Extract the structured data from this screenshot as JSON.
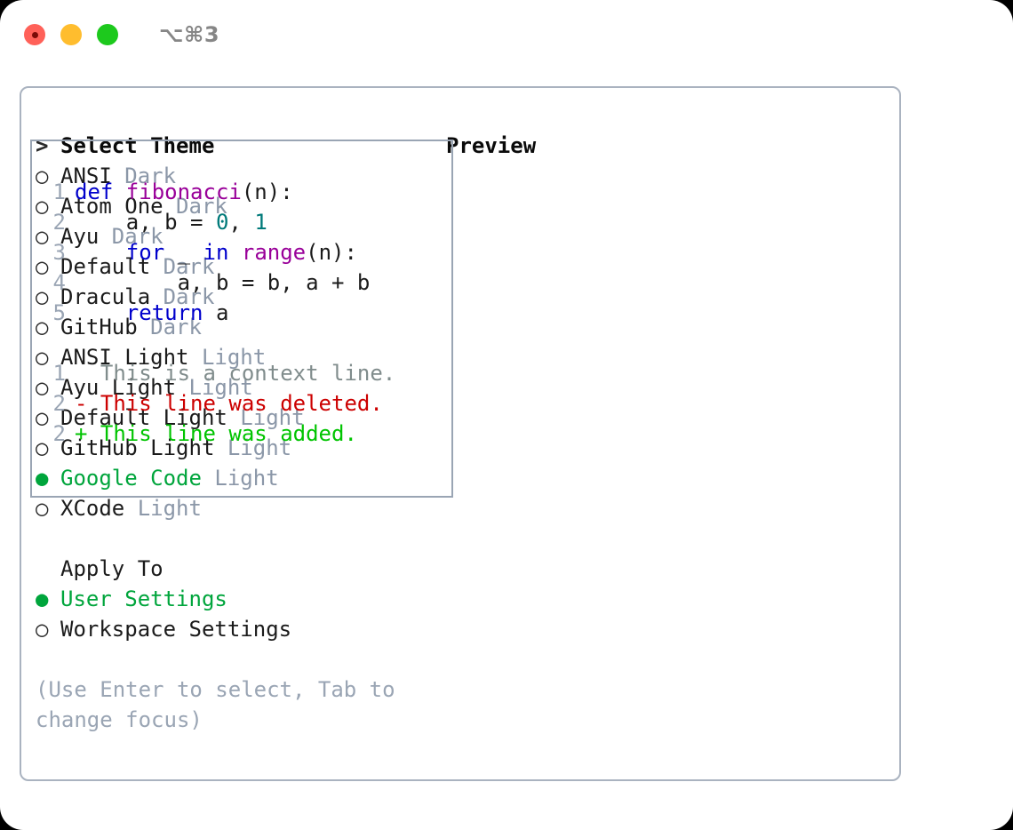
{
  "titlebar": {
    "shortcut": "⌥⌘3",
    "buttons": [
      {
        "name": "close",
        "color": "#ff6159"
      },
      {
        "name": "minimize",
        "color": "#ffbd2e"
      },
      {
        "name": "maximize",
        "color": "#1dc91d"
      }
    ]
  },
  "theme_picker": {
    "header_marker": ">",
    "header_label": "Select Theme",
    "unselected_marker": "○",
    "selected_marker": "●",
    "items": [
      {
        "name": "ANSI",
        "variant": "Dark",
        "selected": false
      },
      {
        "name": "Atom One",
        "variant": "Dark",
        "selected": false
      },
      {
        "name": "Ayu",
        "variant": "Dark",
        "selected": false
      },
      {
        "name": "Default",
        "variant": "Dark",
        "selected": false
      },
      {
        "name": "Dracula",
        "variant": "Dark",
        "selected": false
      },
      {
        "name": "GitHub",
        "variant": "Dark",
        "selected": false
      },
      {
        "name": "ANSI Light",
        "variant": "Light",
        "selected": false
      },
      {
        "name": "Ayu Light",
        "variant": "Light",
        "selected": false
      },
      {
        "name": "Default Light",
        "variant": "Light",
        "selected": false
      },
      {
        "name": "GitHub Light",
        "variant": "Light",
        "selected": false
      },
      {
        "name": "Google Code",
        "variant": "Light",
        "selected": true
      },
      {
        "name": "XCode",
        "variant": "Light",
        "selected": false
      }
    ]
  },
  "apply_to": {
    "header_label": "Apply To",
    "items": [
      {
        "name": "User Settings",
        "selected": true
      },
      {
        "name": "Workspace Settings",
        "selected": false
      }
    ]
  },
  "hint": "(Use Enter to select, Tab to change focus)",
  "preview": {
    "title": "Preview",
    "code_lines": [
      {
        "num": "1",
        "tokens": [
          {
            "text": "def ",
            "type": "kw"
          },
          {
            "text": "fibonacci",
            "type": "fn"
          },
          {
            "text": "(n):",
            "type": "pln"
          }
        ]
      },
      {
        "num": "2",
        "tokens": [
          {
            "text": "    a, b = ",
            "type": "pln"
          },
          {
            "text": "0",
            "type": "num"
          },
          {
            "text": ", ",
            "type": "pln"
          },
          {
            "text": "1",
            "type": "num"
          }
        ]
      },
      {
        "num": "3",
        "tokens": [
          {
            "text": "    ",
            "type": "pln"
          },
          {
            "text": "for",
            "type": "kw"
          },
          {
            "text": " _ ",
            "type": "pln"
          },
          {
            "text": "in",
            "type": "kw"
          },
          {
            "text": " ",
            "type": "pln"
          },
          {
            "text": "range",
            "type": "fn"
          },
          {
            "text": "(n):",
            "type": "pln"
          }
        ]
      },
      {
        "num": "4",
        "tokens": [
          {
            "text": "        a, b = b, a + b",
            "type": "pln"
          }
        ]
      },
      {
        "num": "5",
        "tokens": [
          {
            "text": "    ",
            "type": "pln"
          },
          {
            "text": "return",
            "type": "kw"
          },
          {
            "text": " a",
            "type": "pln"
          }
        ]
      }
    ],
    "diff_lines": [
      {
        "num": "1",
        "sign": " ",
        "text": "This is a context line.",
        "type": "ctx"
      },
      {
        "num": "2",
        "sign": "-",
        "text": "This line was deleted.",
        "type": "del"
      },
      {
        "num": "2",
        "sign": "+",
        "text": "This line was added.",
        "type": "add"
      }
    ]
  },
  "colors": {
    "selected_green": "#00a53c",
    "muted_gray": "#8b97a8",
    "keyword_blue": "#0000cc",
    "function_purple": "#990099",
    "number_teal": "#007a7a",
    "diff_delete_red": "#cc0000",
    "diff_add_green": "#00c400",
    "panel_border": "#aab3c0"
  }
}
